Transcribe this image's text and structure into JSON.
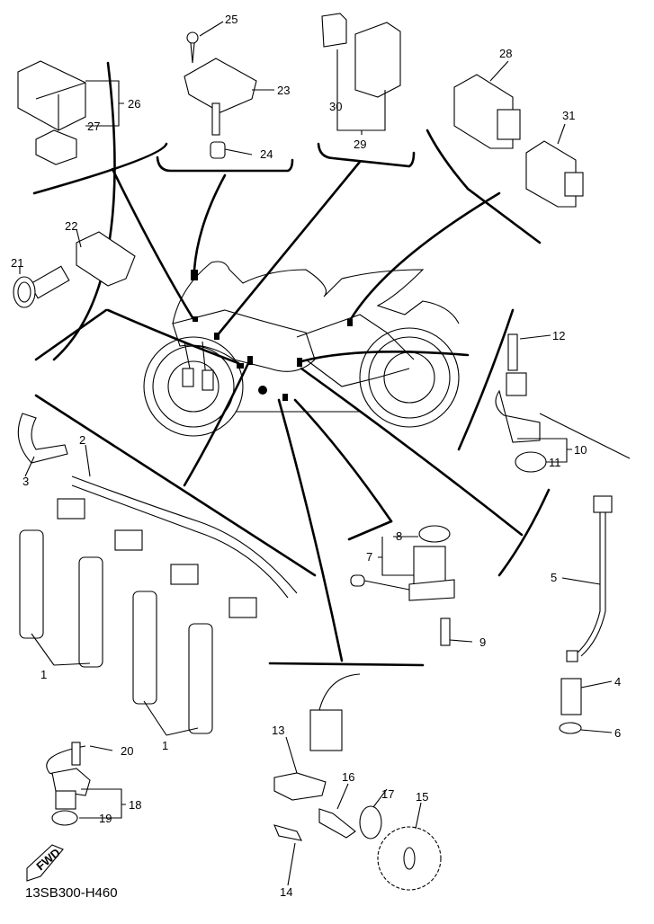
{
  "diagram": {
    "code": "13SB300-H460",
    "fwd_label": "FWD",
    "part_labels": [
      {
        "id": "1a",
        "text": "1"
      },
      {
        "id": "1b",
        "text": "1"
      },
      {
        "id": "2",
        "text": "2"
      },
      {
        "id": "3",
        "text": "3"
      },
      {
        "id": "4",
        "text": "4"
      },
      {
        "id": "5",
        "text": "5"
      },
      {
        "id": "6",
        "text": "6"
      },
      {
        "id": "7",
        "text": "7"
      },
      {
        "id": "8",
        "text": "8"
      },
      {
        "id": "9",
        "text": "9"
      },
      {
        "id": "10",
        "text": "10"
      },
      {
        "id": "11",
        "text": "11"
      },
      {
        "id": "12",
        "text": "12"
      },
      {
        "id": "13",
        "text": "13"
      },
      {
        "id": "14",
        "text": "14"
      },
      {
        "id": "15",
        "text": "15"
      },
      {
        "id": "16",
        "text": "16"
      },
      {
        "id": "17",
        "text": "17"
      },
      {
        "id": "18",
        "text": "18"
      },
      {
        "id": "19",
        "text": "19"
      },
      {
        "id": "20",
        "text": "20"
      },
      {
        "id": "21",
        "text": "21"
      },
      {
        "id": "22",
        "text": "22"
      },
      {
        "id": "23",
        "text": "23"
      },
      {
        "id": "24",
        "text": "24"
      },
      {
        "id": "25",
        "text": "25"
      },
      {
        "id": "26",
        "text": "26"
      },
      {
        "id": "27",
        "text": "27"
      },
      {
        "id": "28",
        "text": "28"
      },
      {
        "id": "29",
        "text": "29"
      },
      {
        "id": "30",
        "text": "30"
      },
      {
        "id": "31",
        "text": "31"
      }
    ]
  }
}
